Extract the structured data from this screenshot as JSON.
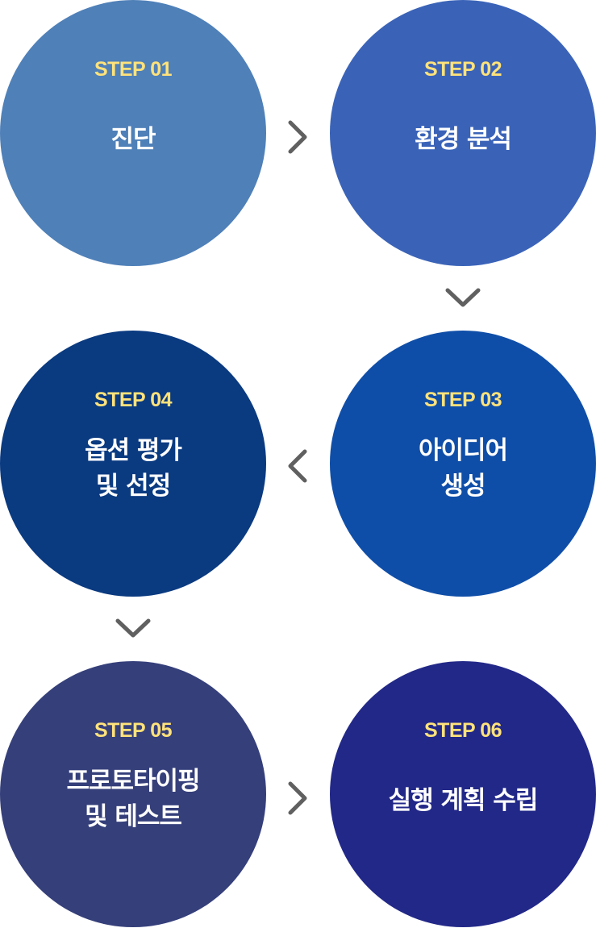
{
  "steps": [
    {
      "label": "STEP 01",
      "title": "진단",
      "color": "#4f80b8"
    },
    {
      "label": "STEP 02",
      "title": "환경 분석",
      "color": "#3a63b8"
    },
    {
      "label": "STEP 03",
      "title": "아이디어\n생성",
      "color": "#0f4ea8"
    },
    {
      "label": "STEP 04",
      "title": "옵션 평가\n및 선정",
      "color": "#0a3a80"
    },
    {
      "label": "STEP 05",
      "title": "프로토타이핑\n및 테스트",
      "color": "#353f7a"
    },
    {
      "label": "STEP 06",
      "title": "실행 계획 수립",
      "color": "#222888"
    }
  ],
  "arrow_color": "#606060",
  "accent_text_color": "#ffe27a"
}
